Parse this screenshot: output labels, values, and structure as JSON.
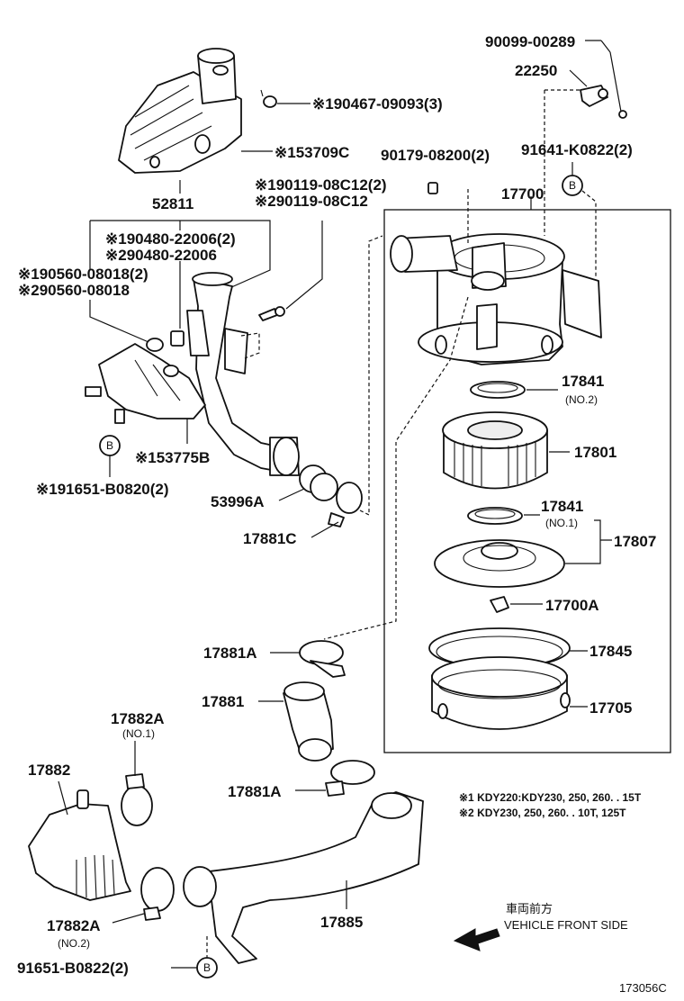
{
  "labels": {
    "p90099": "90099-00289",
    "p22250": "22250",
    "p90467": "※190467-09093(3)",
    "p53709": "※153709C",
    "p90179": "90179-08200(2)",
    "p91641": "91641-K0822(2)",
    "p52811": "52811",
    "p90119a": "※190119-08C12(2)",
    "p90119b": "※290119-08C12",
    "p17700": "17700",
    "p90480a": "※190480-22006(2)",
    "p90480b": "※290480-22006",
    "p90560a": "※190560-08018(2)",
    "p90560b": "※290560-08018",
    "p17841a": "17841",
    "p17841a_sub": "(NO.2)",
    "p17801": "17801",
    "p53775": "※153775B",
    "p91651a": "※191651-B0820(2)",
    "p53996": "53996A",
    "p17841b": "17841",
    "p17841b_sub": "(NO.1)",
    "p17807": "17807",
    "p17881c": "17881C",
    "p17700a": "17700A",
    "p17881a1": "17881A",
    "p17845": "17845",
    "p17881": "17881",
    "p17705": "17705",
    "p17882a1": "17882A",
    "p17882a1_sub": "(NO.1)",
    "p17882": "17882",
    "p17881a2": "17881A",
    "p17882a2": "17882A",
    "p17882a2_sub": "(NO.2)",
    "p91651b": "91651-B0822(2)",
    "p17885": "17885",
    "b_marker": "B"
  },
  "notes": {
    "note1": "※1 KDY220:KDY230, 250, 260. . 15T",
    "note2": "※2 KDY230, 250, 260. . 10T, 125T"
  },
  "direction": {
    "jp": "車両前方",
    "en": "VEHICLE FRONT SIDE"
  },
  "diagram_id": "173056C"
}
